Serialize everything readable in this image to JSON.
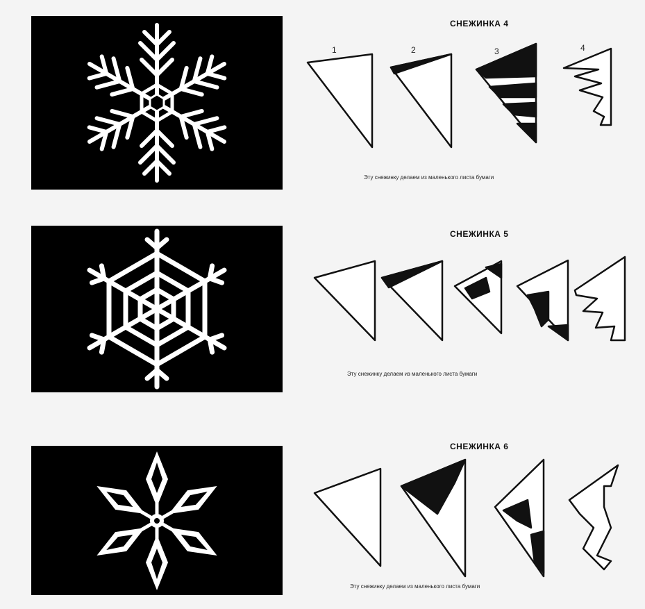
{
  "sections": [
    {
      "title": "СНЕЖИНКА 4",
      "caption": "Эту снежинку делаем из маленького листа бумаги",
      "step_numbers": [
        "1",
        "2",
        "3",
        "4"
      ]
    },
    {
      "title": "СНЕЖИНКА 5",
      "caption": "Эту снежинку делаем из маленького листа бумаги"
    },
    {
      "title": "СНЕЖИНКА 6",
      "caption": "Эту снежинку делаем из маленького листа бумаги"
    }
  ],
  "colors": {
    "background": "#f4f4f4",
    "panel": "#000000",
    "paper": "#ffffff",
    "ink": "#111111"
  }
}
